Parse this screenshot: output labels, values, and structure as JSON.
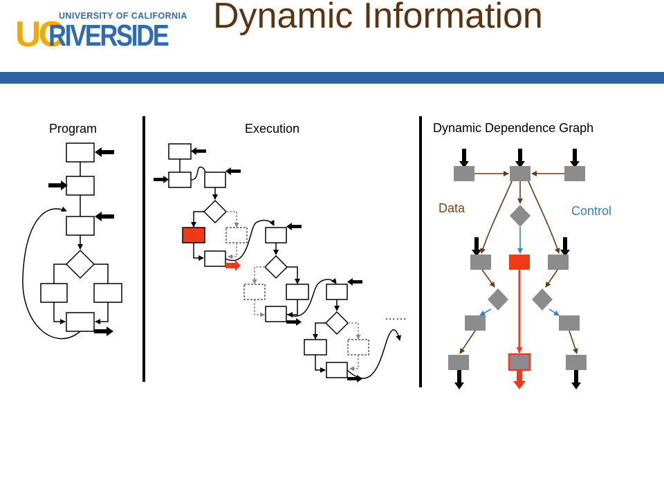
{
  "logo": {
    "top_line": "UNIVERSITY OF CALIFORNIA",
    "uc": "UC",
    "name": "RIVERSIDE"
  },
  "slide": {
    "title": "Dynamic Information"
  },
  "colors": {
    "title": "#5b3311",
    "bar": "#2d62a4",
    "highlight": "#f03a17",
    "data_edge": "#6b3a14",
    "control_edge": "#2f7fd6",
    "graph_node": "#8c8c8c"
  },
  "panels": {
    "program": {
      "label": "Program"
    },
    "execution": {
      "label": "Execution",
      "ellipsis": "……"
    },
    "graph": {
      "label": "Dynamic Dependence Graph",
      "data_label": "Data",
      "control_label": "Control"
    }
  }
}
